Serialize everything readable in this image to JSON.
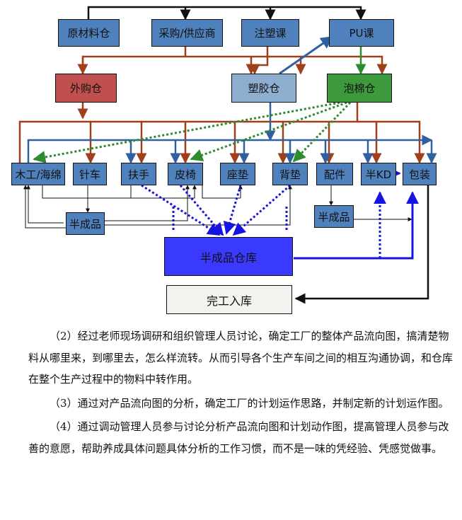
{
  "diagram": {
    "nodes": {
      "raw_material_warehouse": "原材料仓",
      "purchasing_supply": "采购/供应商",
      "injection_section": "注塑课",
      "pu_section": "PU课",
      "purchased_warehouse": "外购仓",
      "plastic_warehouse": "塑胶仓",
      "foam_warehouse": "泡棉仓",
      "wood_sponge": "木工/海绵",
      "sewing": "针车",
      "armrest": "扶手",
      "leather_chair": "皮椅",
      "seat_cushion": "座垫",
      "back_cushion": "背垫",
      "accessories": "配件",
      "half_kd": "半KD",
      "packaging": "包装",
      "semi_finished_left": "半成品",
      "semi_finished_right": "半成品",
      "semi_finished_warehouse": "半成品仓库",
      "finished_warehouse": "完工入库"
    },
    "colors": {
      "process_box": "#4f81bd",
      "purchased_box": "#c0504d",
      "plastic_box": "#8eaed0",
      "foam_box": "#3c9a3c",
      "semi_warehouse_box": "#3a3aff",
      "finished_box": "#f2f2ee",
      "brown_arrow": "#a0401a",
      "green_arrow": "#2e8b2e",
      "dark_blue_arrow": "#3060a0",
      "blue_dotted_arrow": "#1414e0",
      "black_arrow": "#111111"
    }
  },
  "paragraphs": [
    "（2）经过老师现场调研和组织管理人员讨论，确定工厂的整体产品流向图，搞清楚物料从哪里来，到哪里去，怎么样流转。从而引导各个生产车间之间的相互沟通协调，和仓库在整个生产过程中的物料中转作用。",
    "（3）通过对产品流向图的分析，确定工厂的计划运作思路，并制定新的计划运作图。",
    "（4）通过调动管理人员参与讨论分析产品流向图和计划动作图，提高管理人员参与改善的意愿，帮助养成具体问题具体分析的工作习惯，而不是一味的凭经验、凭感觉做事。"
  ]
}
